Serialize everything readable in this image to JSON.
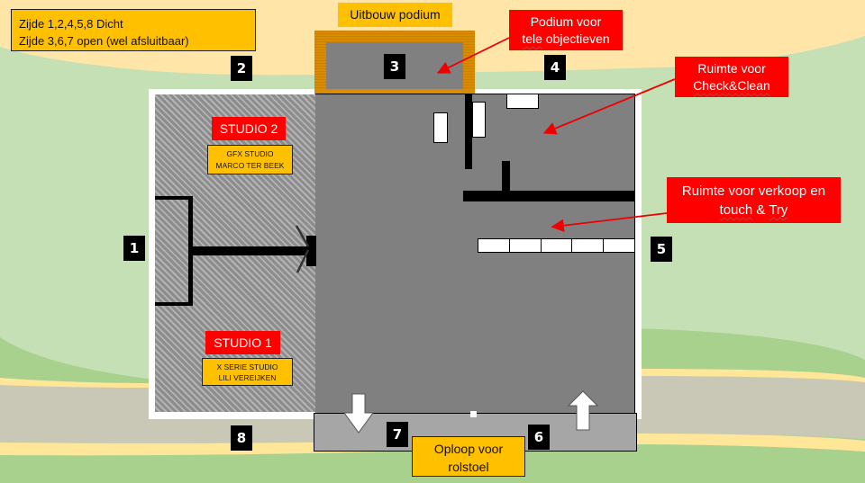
{
  "legend_note": {
    "line1": "Zijde 1,2,4,5,8 Dicht",
    "line2": "Zijde 3,6,7 open (wel afsluitbaar)"
  },
  "labels": {
    "uitbouw_podium": "Uitbouw podium",
    "podium_tele_line1": "Podium voor",
    "podium_tele_line2a": "tele",
    "podium_tele_line2b": " objectieven",
    "check_clean_line1": "Ruimte voor",
    "check_clean_line2": "Check&Clean",
    "verkoop_line1": "Ruimte voor verkoop en",
    "verkoop_line2a": "touch",
    "verkoop_line2b": " & ",
    "verkoop_line2c": "Try",
    "oploop_line1": "Oploop voor",
    "oploop_line2": "rolstoel"
  },
  "studios": [
    {
      "title": "STUDIO 2",
      "subtitle_line1": "GFX STUDIO",
      "subtitle_line2": "MARCO TER BEEK"
    },
    {
      "title": "STUDIO 1",
      "subtitle_line1": "X SERIE STUDIO",
      "subtitle_line2": "LILI VEREIJKEN"
    }
  ],
  "side_markers": [
    "1",
    "2",
    "3",
    "4",
    "5",
    "6",
    "7",
    "8"
  ],
  "colors": {
    "label_gold": "#ffc000",
    "label_red": "#ff0000",
    "floor_grey": "#808080",
    "ramp_grey": "#a6a6a6",
    "podium_wood": "#d98c00",
    "sky": "#ffe6a8",
    "grass_light": "#c5e0b4",
    "grass_dark": "#a9d18e",
    "road": "#c9c8b7"
  }
}
